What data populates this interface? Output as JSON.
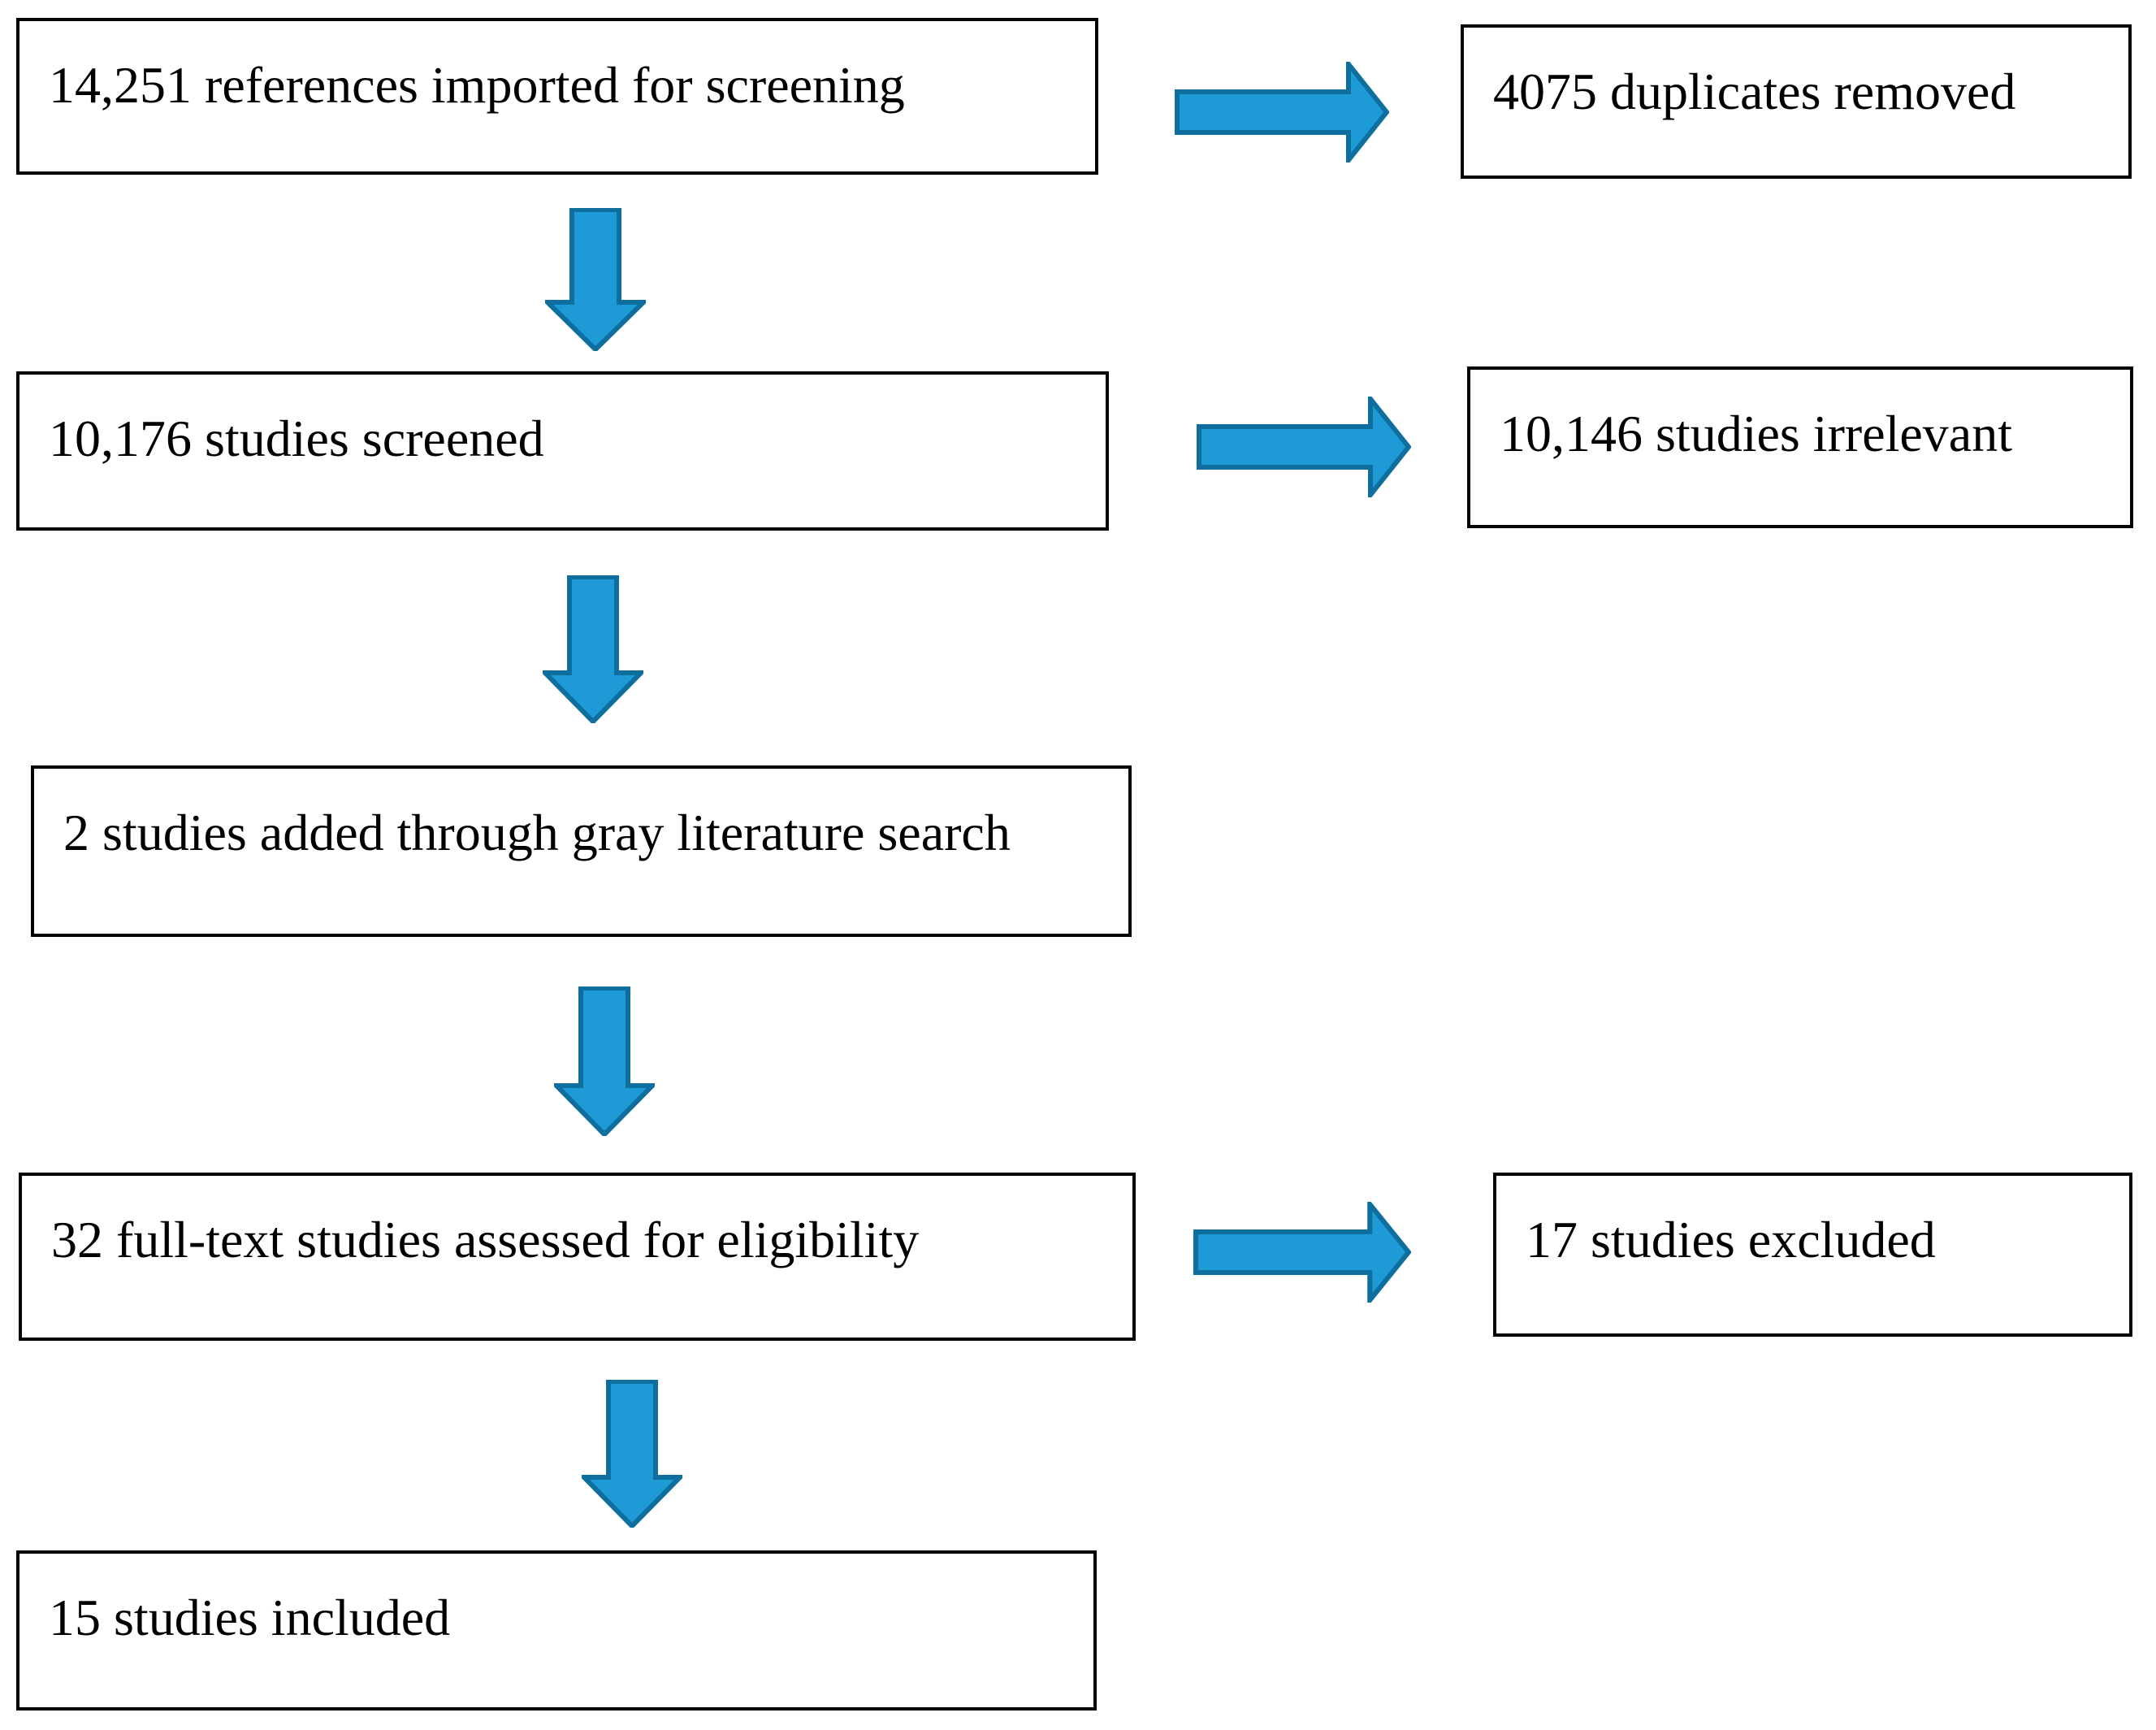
{
  "colors": {
    "arrow_fill": "#1E9AD6",
    "arrow_stroke": "#0E6F9E",
    "box_border": "#000000",
    "box_background": "#FFFFFF",
    "text_color": "#000000",
    "page_background": "#FFFFFF"
  },
  "flow": {
    "type": "flowchart",
    "boxes": {
      "imported": "14,251 references imported for screening",
      "duplicates_removed": "4075 duplicates removed",
      "screened": "10,176 studies screened",
      "irrelevant": "10,146 studies irrelevant",
      "gray_literature": "2 studies added through gray literature search",
      "fulltext_assessed": "32 full-text studies assessed for eligibility",
      "excluded": "17 studies excluded",
      "included": "15 studies included"
    },
    "edges": [
      {
        "from": "imported",
        "to": "duplicates_removed",
        "direction": "right"
      },
      {
        "from": "imported",
        "to": "screened",
        "direction": "down"
      },
      {
        "from": "screened",
        "to": "irrelevant",
        "direction": "right"
      },
      {
        "from": "screened",
        "to": "gray_literature",
        "direction": "down"
      },
      {
        "from": "gray_literature",
        "to": "fulltext_assessed",
        "direction": "down"
      },
      {
        "from": "fulltext_assessed",
        "to": "excluded",
        "direction": "right"
      },
      {
        "from": "fulltext_assessed",
        "to": "included",
        "direction": "down"
      }
    ]
  }
}
